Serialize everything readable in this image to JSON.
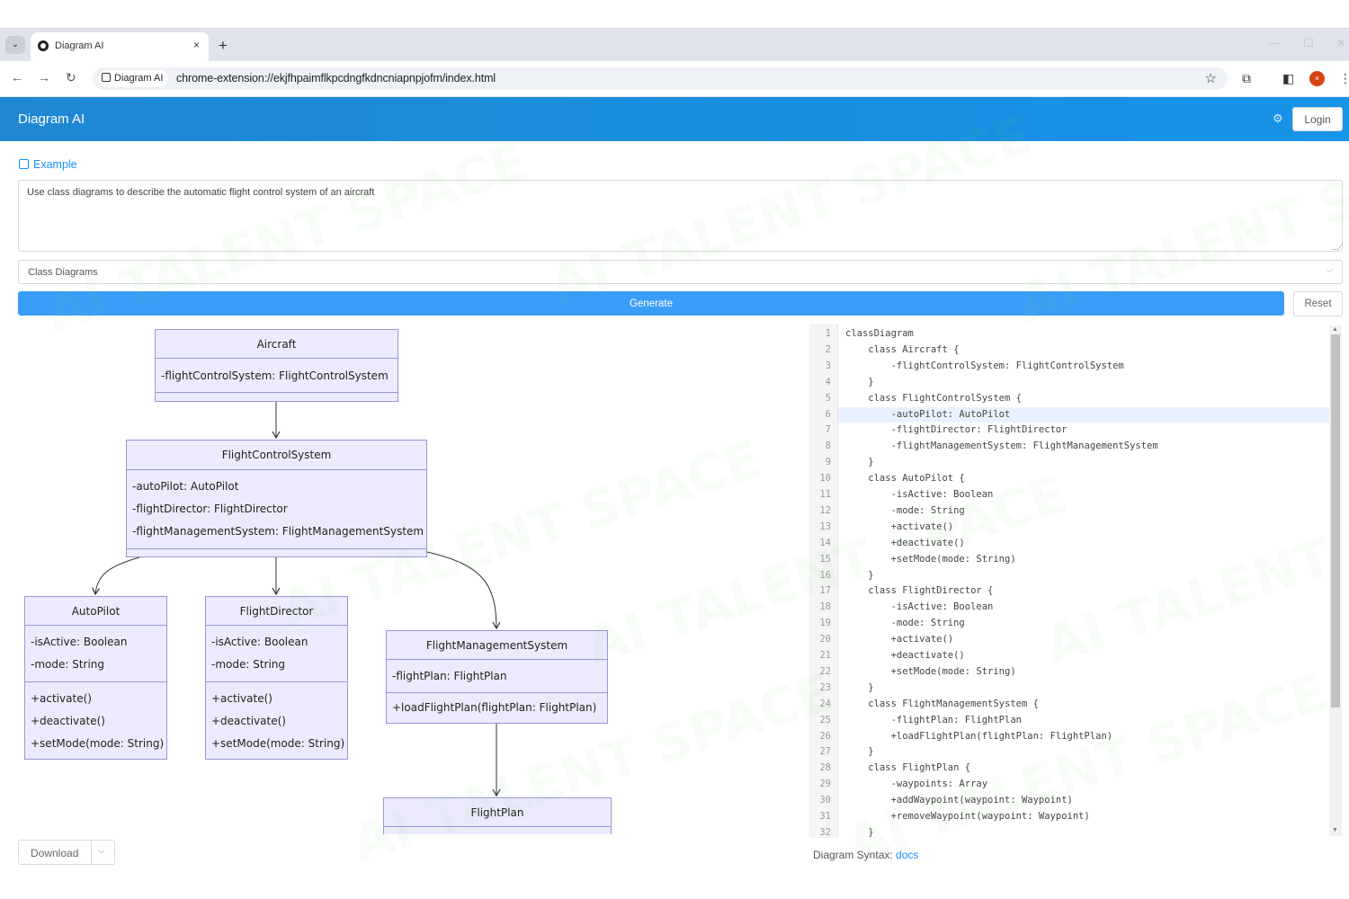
{
  "browser": {
    "tab_title": "Diagram AI",
    "tab_close": "×",
    "new_tab": "+",
    "site_chip": "Diagram AI",
    "url": "chrome-extension://ekjfhpaimflkpcdngfkdncniapnpjofm/index.html",
    "avatar_letter": "×"
  },
  "app": {
    "title": "Diagram AI",
    "login_label": "Login",
    "example_label": "Example",
    "prompt_value": "Use class diagrams to describe the automatic flight control system of an aircraft",
    "diagram_type": "Class Diagrams",
    "generate_label": "Generate",
    "reset_label": "Reset",
    "download_label": "Download",
    "syntax_label": "Diagram Syntax:",
    "syntax_link": "docs"
  },
  "diagram": {
    "classes": [
      {
        "name": "Aircraft",
        "attributes": [
          "-flightControlSystem: FlightControlSystem"
        ],
        "methods": []
      },
      {
        "name": "FlightControlSystem",
        "attributes": [
          "-autoPilot: AutoPilot",
          "-flightDirector: FlightDirector",
          "-flightManagementSystem: FlightManagementSystem"
        ],
        "methods": []
      },
      {
        "name": "AutoPilot",
        "attributes": [
          "-isActive: Boolean",
          "-mode: String"
        ],
        "methods": [
          "+activate()",
          "+deactivate()",
          "+setMode(mode: String)"
        ]
      },
      {
        "name": "FlightDirector",
        "attributes": [
          "-isActive: Boolean",
          "-mode: String"
        ],
        "methods": [
          "+activate()",
          "+deactivate()",
          "+setMode(mode: String)"
        ]
      },
      {
        "name": "FlightManagementSystem",
        "attributes": [
          "-flightPlan: FlightPlan"
        ],
        "methods": [
          "+loadFlightPlan(flightPlan: FlightPlan)"
        ]
      },
      {
        "name": "FlightPlan",
        "attributes": [],
        "methods": []
      }
    ]
  },
  "editor": {
    "lines": [
      "classDiagram",
      "    class Aircraft {",
      "        -flightControlSystem: FlightControlSystem",
      "    }",
      "    class FlightControlSystem {",
      "        -autoPilot: AutoPilot",
      "        -flightDirector: FlightDirector",
      "        -flightManagementSystem: FlightManagementSystem",
      "    }",
      "    class AutoPilot {",
      "        -isActive: Boolean",
      "        -mode: String",
      "        +activate()",
      "        +deactivate()",
      "        +setMode(mode: String)",
      "    }",
      "    class FlightDirector {",
      "        -isActive: Boolean",
      "        -mode: String",
      "        +activate()",
      "        +deactivate()",
      "        +setMode(mode: String)",
      "    }",
      "    class FlightManagementSystem {",
      "        -flightPlan: FlightPlan",
      "        +loadFlightPlan(flightPlan: FlightPlan)",
      "    }",
      "    class FlightPlan {",
      "        -waypoints: Array",
      "        +addWaypoint(waypoint: Waypoint)",
      "        +removeWaypoint(waypoint: Waypoint)",
      "    }"
    ],
    "active_line": 6
  },
  "watermark_text": "AI TALENT SPACE",
  "colors": {
    "header_blue": "#1a8fe0",
    "generate_blue": "#3a9df7",
    "class_fill": "#ecebfd",
    "class_border": "#9a95d8",
    "link_blue": "#1890ff"
  }
}
